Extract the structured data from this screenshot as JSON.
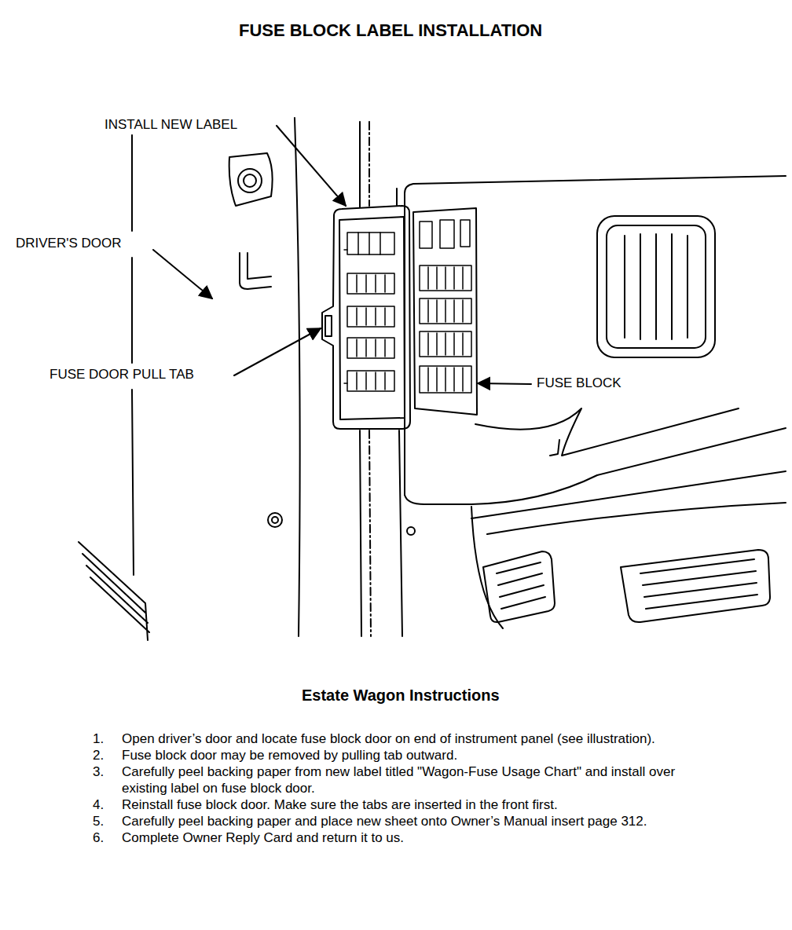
{
  "diagram": {
    "title": "FUSE BLOCK LABEL INSTALLATION",
    "labels": [
      "INSTALL NEW LABEL",
      "DRIVER'S DOOR",
      "FUSE DOOR PULL TAB",
      "FUSE BLOCK",
      "Estate Wagon Instructions",
      "1.",
      "Open driver’s door and locate fuse block door on end of instrument panel (see illustration).",
      "2.",
      "Fuse block door may be removed by pulling tab outward.",
      "3.",
      "Carefully peel backing paper from new label titled \"Wagon-Fuse Usage Chart\" and install over existing label on fuse block door.",
      "4.",
      "Reinstall fuse block door. Make sure the tabs are inserted in the front first.",
      "5.",
      "Carefully peel backing paper and place new sheet onto Owner’s Manual insert page 312.",
      "6.",
      "Complete Owner Reply Card and return it to us."
    ]
  }
}
